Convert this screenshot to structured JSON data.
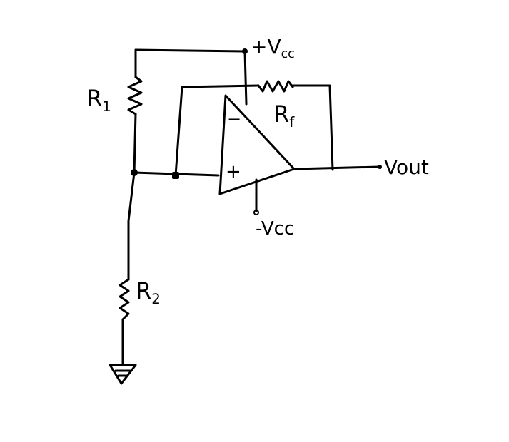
{
  "labels": {
    "r1": {
      "main": "R",
      "sub": "1"
    },
    "r2": {
      "main": "R",
      "sub": "2"
    },
    "rf": {
      "main": "R",
      "sub": "f"
    },
    "vcc_pos": {
      "main": "+V",
      "sub": "cc"
    },
    "vcc_neg": "-Vcc",
    "vout": "Vout",
    "inverting": "−",
    "noninverting": "+"
  },
  "colors": {
    "ink": "#000000",
    "background": "#ffffff"
  }
}
